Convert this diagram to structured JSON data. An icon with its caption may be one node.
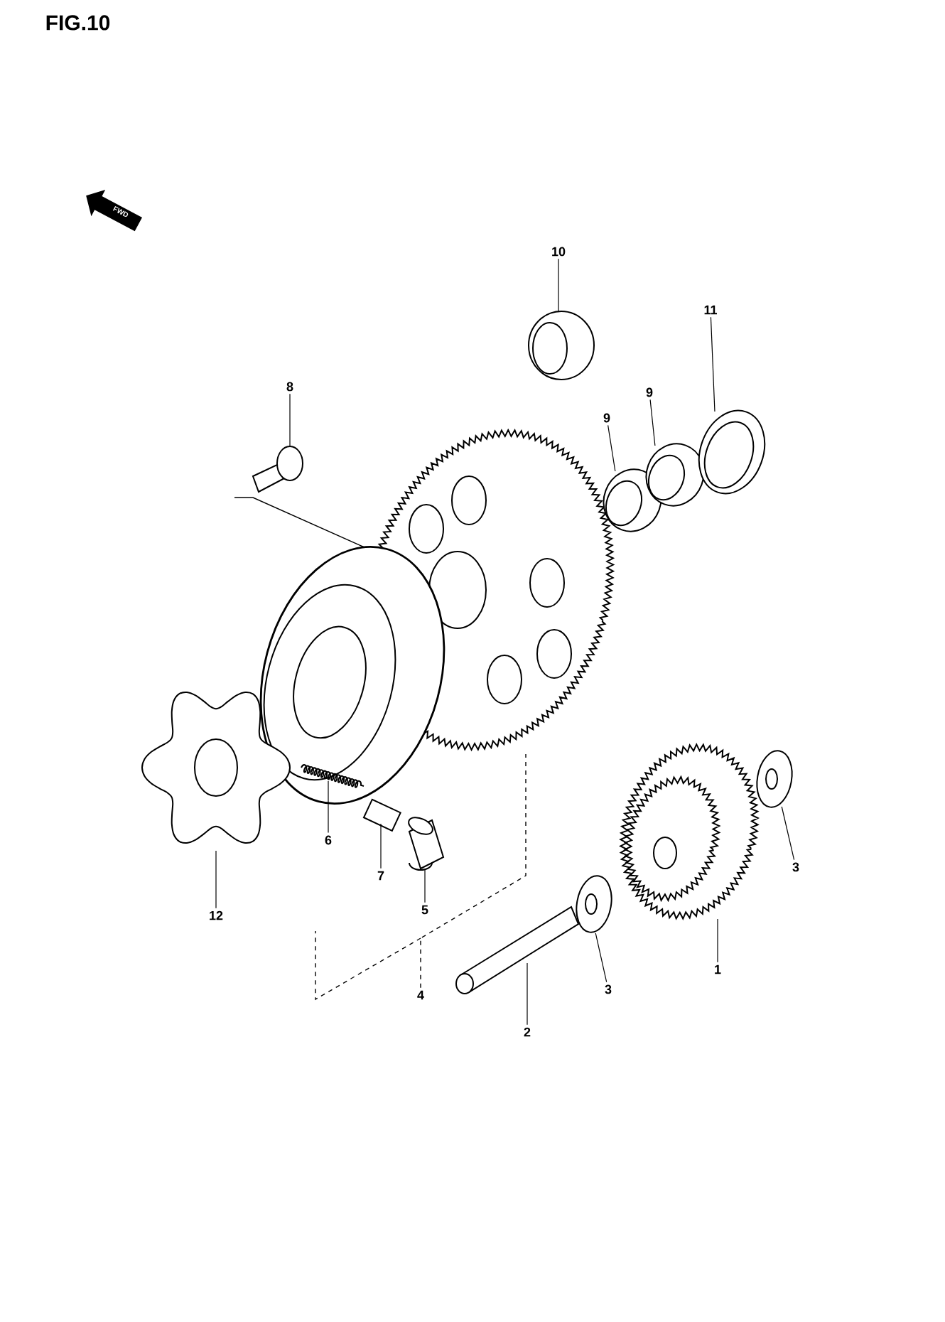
{
  "diagram": {
    "title": "FIG.10",
    "nodes": [
      {
        "text": [
          "10"
        ]
      },
      {
        "text": [
          "11"
        ]
      },
      {
        "text": [
          "9"
        ]
      },
      {
        "text": [
          "9"
        ]
      },
      {
        "text": [
          "8"
        ]
      },
      {
        "text": [
          "6"
        ]
      },
      {
        "text": [
          "3"
        ]
      },
      {
        "text": [
          "7"
        ]
      },
      {
        "text": [
          "12"
        ]
      },
      {
        "text": [
          "5"
        ]
      },
      {
        "text": [
          "1"
        ]
      },
      {
        "text": [
          "4"
        ]
      },
      {
        "text": [
          "3"
        ]
      },
      {
        "text": [
          "2"
        ]
      },
      {
        "text": [],
        "shape": "picture"
      },
      {
        "text": [],
        "shape": "picture"
      },
      {
        "text": [],
        "shape": "picture"
      },
      {
        "text": [],
        "shape": "picture"
      },
      {
        "text": [],
        "shape": "picture"
      },
      {
        "text": [],
        "shape": "picture"
      },
      {
        "text": [],
        "shape": "picture"
      },
      {
        "text": [],
        "shape": "picture"
      },
      {
        "text": [],
        "shape": "picture"
      },
      {
        "text": [],
        "shape": "picture"
      },
      {
        "text": [],
        "shape": "picture"
      },
      {
        "text": [],
        "shape": "picture"
      },
      {
        "text": [],
        "shape": "picture"
      },
      {
        "text": [],
        "shape": "picture"
      }
    ],
    "edges": [
      {
        "from": 0,
        "to": 20,
        "arrow": "none"
      },
      {
        "from": 1,
        "to": 25,
        "arrow": "none"
      },
      {
        "from": 2,
        "to": 22,
        "arrow": "none"
      },
      {
        "from": 3,
        "to": 23,
        "arrow": "none"
      },
      {
        "from": 4,
        "to": 15,
        "arrow": "none"
      },
      {
        "from": 5,
        "to": 16,
        "arrow": "none"
      },
      {
        "from": 6,
        "to": 26,
        "arrow": "none"
      },
      {
        "from": 7,
        "to": 17,
        "arrow": "none"
      },
      {
        "from": 8,
        "to": 14,
        "arrow": "none"
      },
      {
        "from": 9,
        "to": 18,
        "arrow": "none"
      },
      {
        "from": 10,
        "to": 24,
        "arrow": "none"
      },
      {
        "from": 11,
        "to": 27,
        "arrow": "none",
        "style": "dashed"
      },
      {
        "from": 12,
        "to": 21,
        "arrow": "none"
      },
      {
        "from": 13,
        "to": 19,
        "arrow": "none"
      }
    ],
    "labels": [
      "FWD"
    ]
  }
}
